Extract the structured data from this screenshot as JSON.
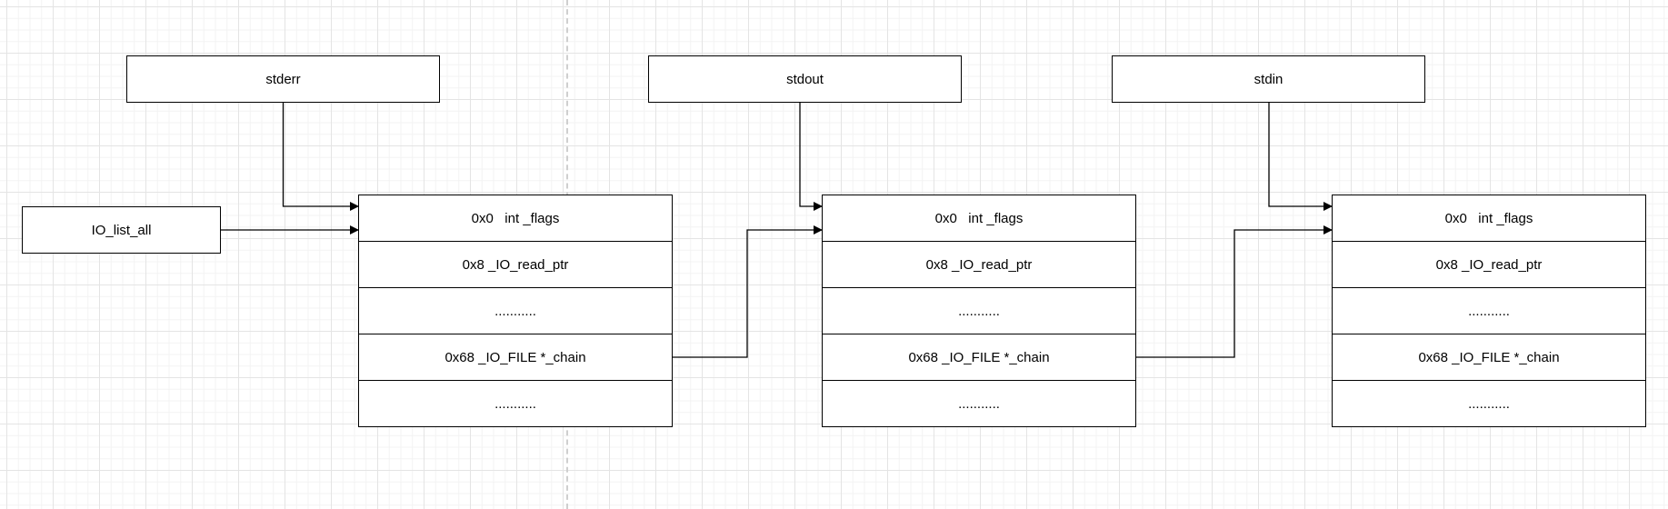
{
  "pointers": {
    "stderr": "stderr",
    "stdout": "stdout",
    "stdin": "stdin",
    "io_list_all": "IO_list_all"
  },
  "structs": [
    {
      "fields": [
        "0x0   int _flags",
        "0x8 _IO_read_ptr",
        "...........",
        "0x68 _IO_FILE *_chain",
        "..........."
      ]
    },
    {
      "fields": [
        "0x0   int _flags",
        "0x8 _IO_read_ptr",
        "...........",
        "0x68 _IO_FILE *_chain",
        "..........."
      ]
    },
    {
      "fields": [
        "0x0   int _flags",
        "0x8 _IO_read_ptr",
        "...........",
        "0x68 _IO_FILE *_chain",
        "..........."
      ]
    }
  ]
}
